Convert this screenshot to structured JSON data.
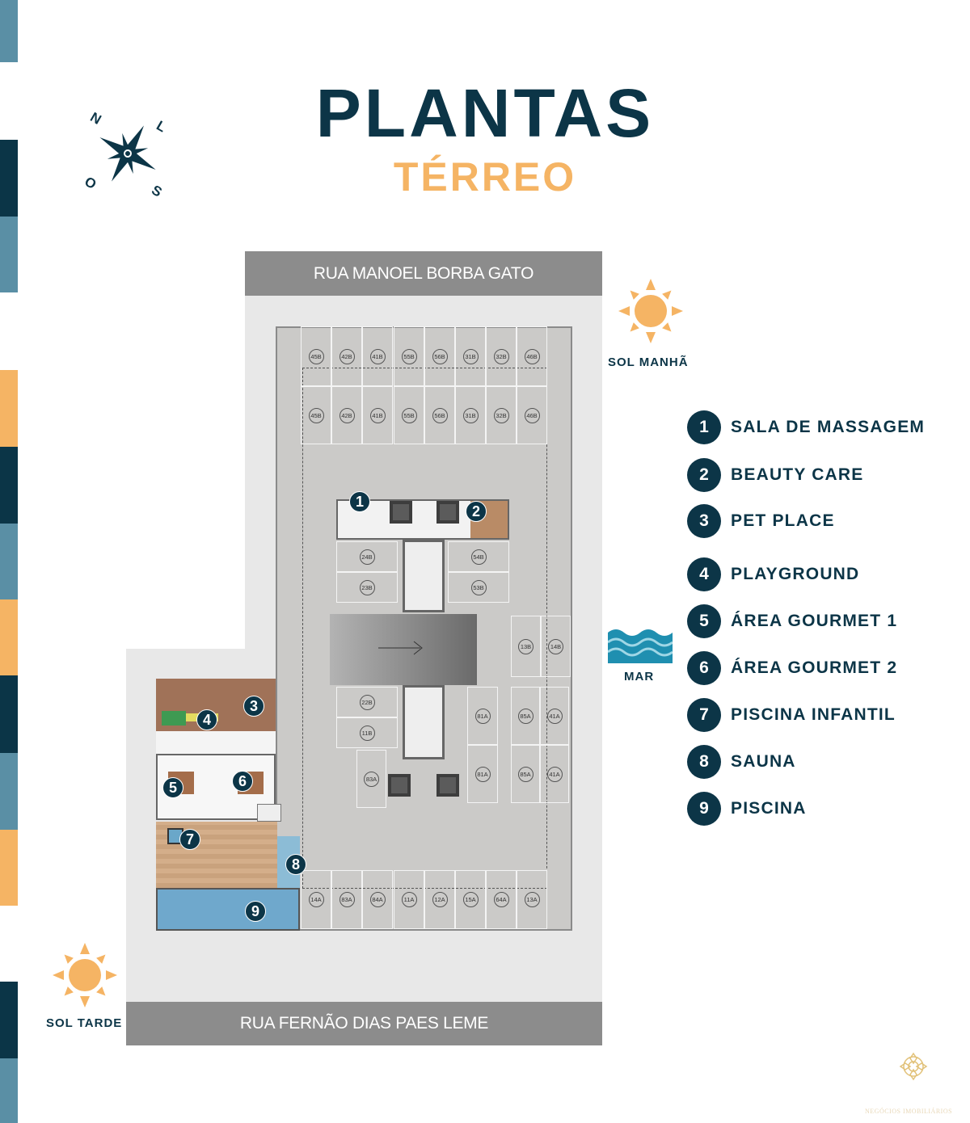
{
  "header": {
    "title": "PLANTAS",
    "subtitle": "TÉRREO"
  },
  "compass": {
    "n": "N",
    "l": "L",
    "s": "S",
    "o": "O"
  },
  "streets": {
    "top": "RUA MANOEL BORBA GATO",
    "bottom": "RUA FERNÃO DIAS PAES LEME"
  },
  "sun": {
    "morning": "SOL MANHÃ",
    "afternoon": "SOL TARDE"
  },
  "sea": {
    "label": "MAR"
  },
  "parking": {
    "top_row1": [
      "45B",
      "42B",
      "41B",
      "55B",
      "56B",
      "31B",
      "32B",
      "46B"
    ],
    "top_row2": [
      "45B",
      "42B",
      "41B",
      "55B",
      "56B",
      "31B",
      "32B",
      "46B"
    ],
    "center_left": [
      "24B",
      "23B"
    ],
    "center_right": [
      "54B",
      "53B"
    ],
    "ramp_right": [
      "13B",
      "14B"
    ],
    "lower_left": [
      "22B",
      "11B",
      "83A"
    ],
    "lower_right": [
      "81A",
      "85A",
      "41A",
      "81A",
      "85A",
      "41A"
    ],
    "bottom_row": [
      "14A",
      "83A",
      "84A",
      "11A",
      "12A",
      "15A",
      "64A",
      "13A"
    ]
  },
  "legend": [
    {
      "n": "1",
      "label": "SALA DE MASSAGEM"
    },
    {
      "n": "2",
      "label": "BEAUTY CARE"
    },
    {
      "n": "3",
      "label": "PET PLACE"
    },
    {
      "n": "4",
      "label": "PLAYGROUND"
    },
    {
      "n": "5",
      "label": "ÁREA GOURMET 1"
    },
    {
      "n": "6",
      "label": "ÁREA GOURMET 2"
    },
    {
      "n": "7",
      "label": "PISCINA INFANTIL"
    },
    {
      "n": "8",
      "label": "SAUNA"
    },
    {
      "n": "9",
      "label": "PISCINA"
    }
  ],
  "logo": {
    "text": "NEGÓCIOS IMOBILIÁRIOS"
  },
  "colors": {
    "navy": "#0c3547",
    "teal": "#5a8fa5",
    "orange": "#f5b464"
  }
}
